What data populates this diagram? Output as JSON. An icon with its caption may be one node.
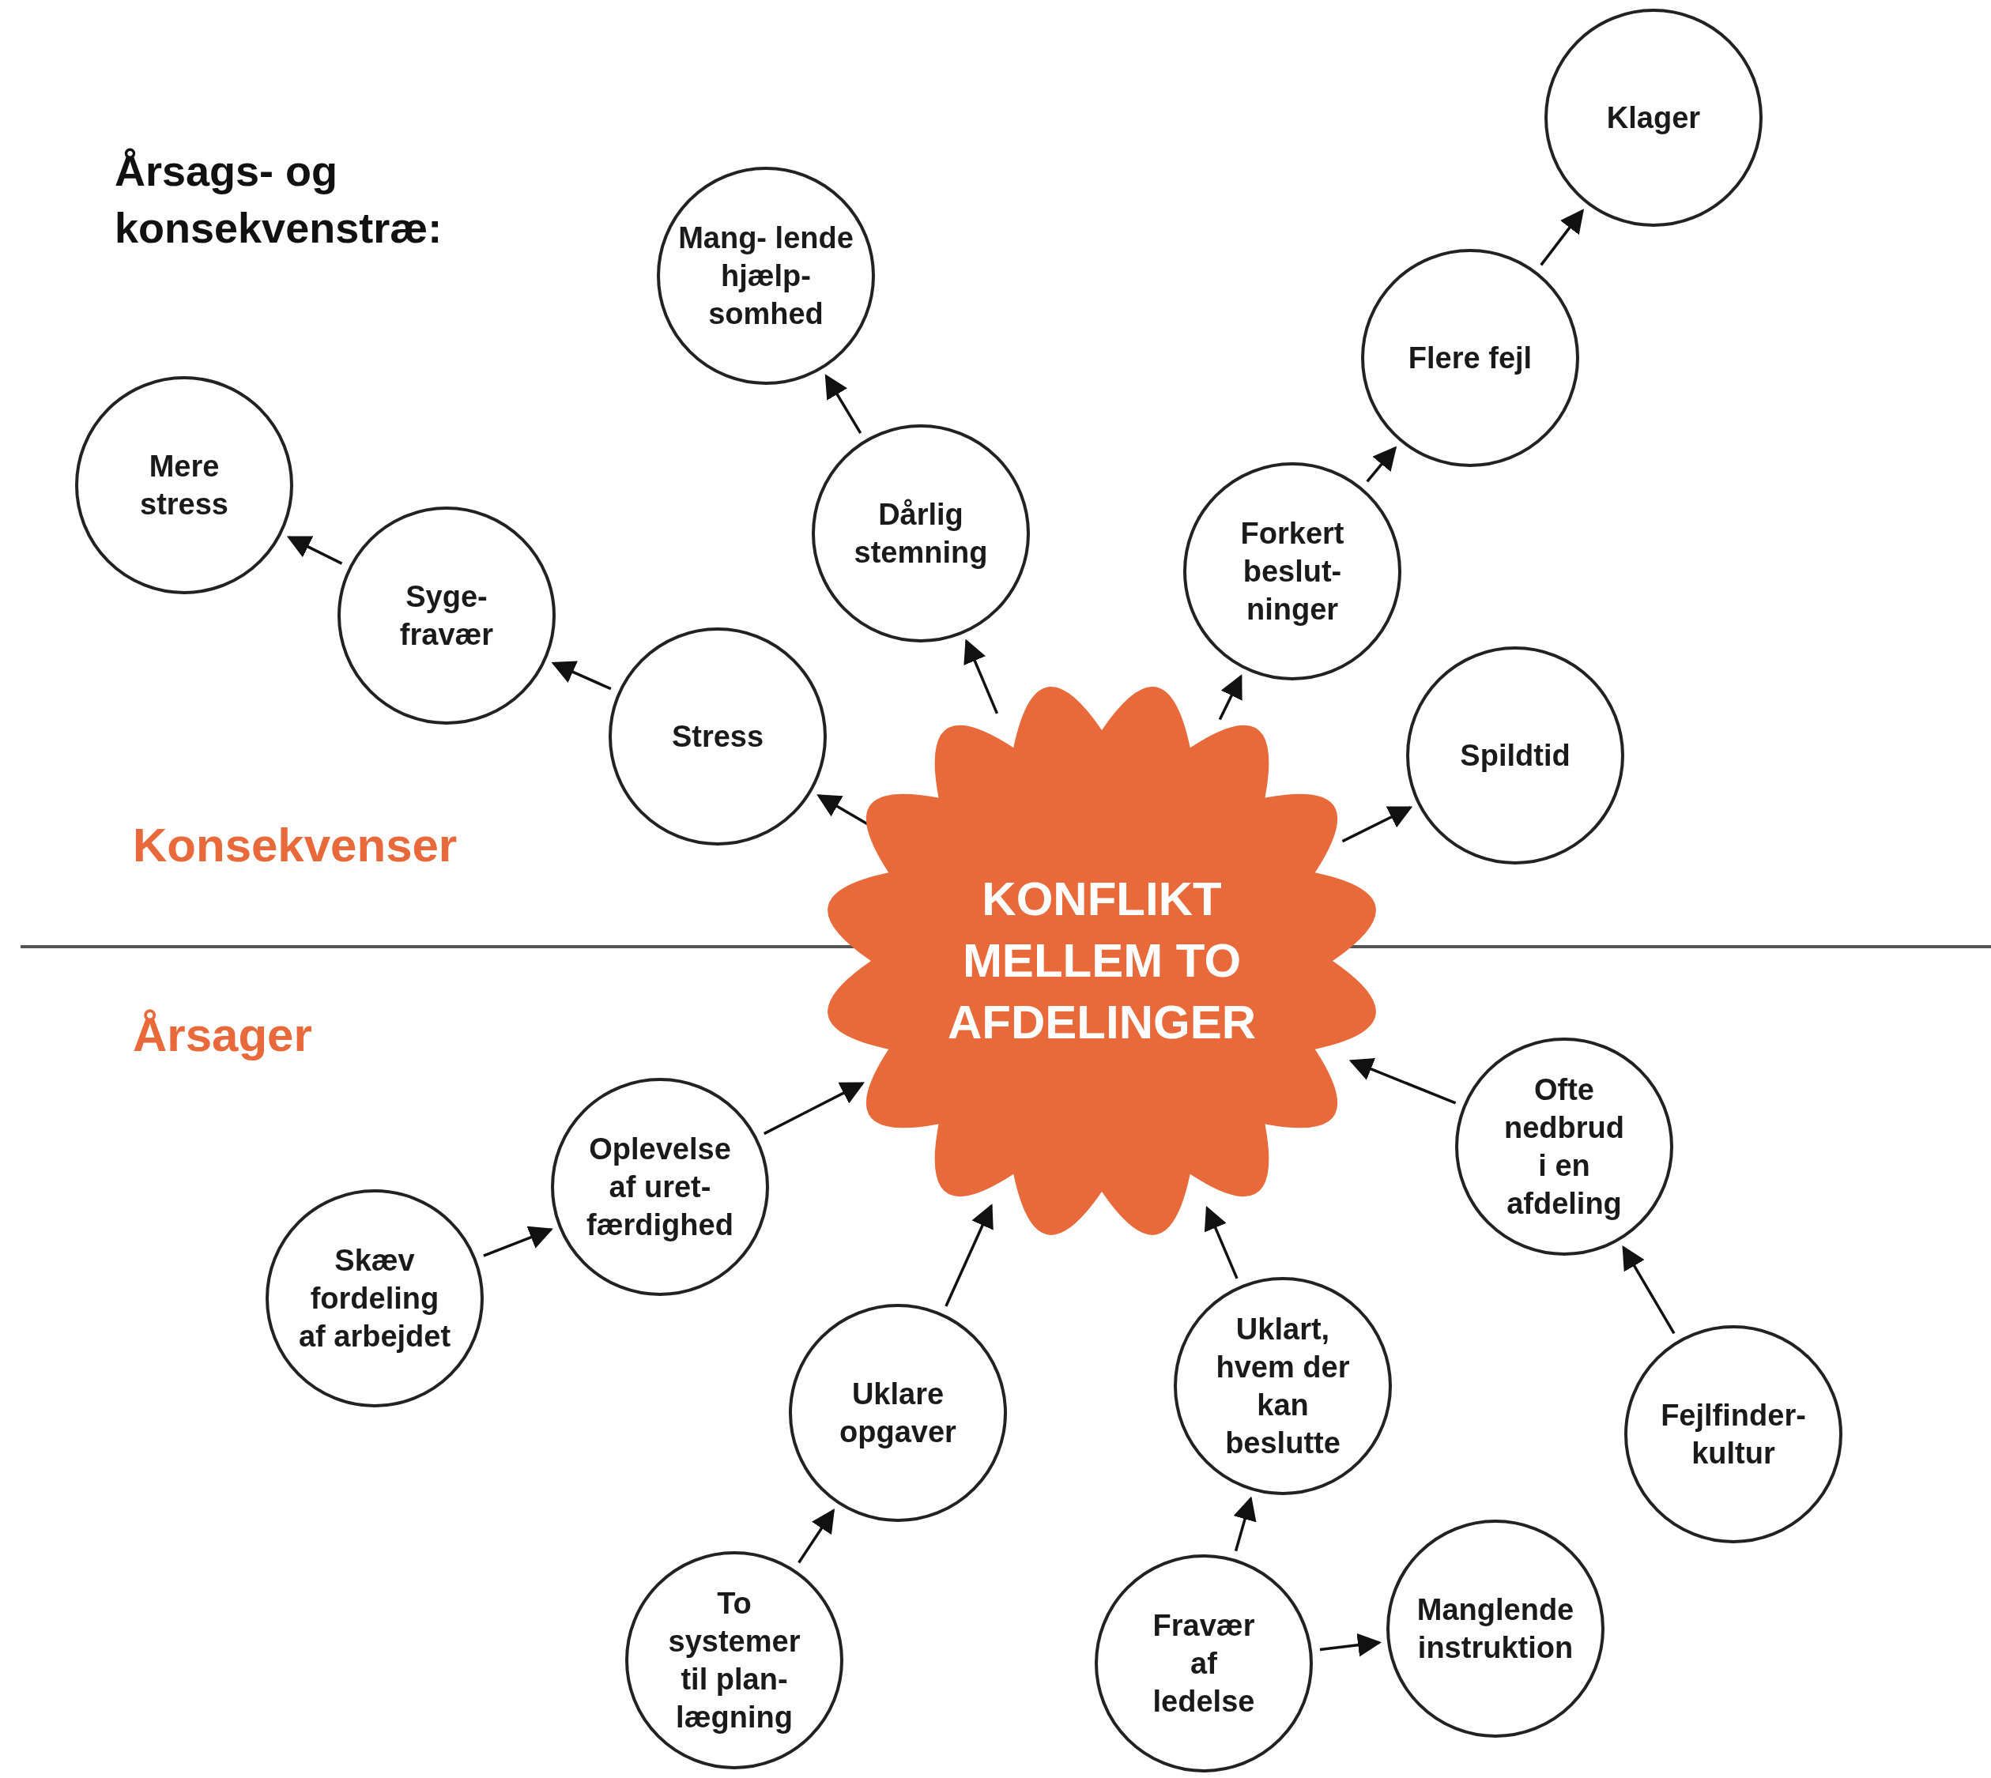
{
  "diagram": {
    "title": "Årsags- og konsekvenstræ:",
    "nodes": [
      {
        "text": [
          "KONFLIKT MELLEM TO AFDELINGER"
        ]
      },
      {
        "text": [
          "Stress"
        ]
      },
      {
        "text": [
          "Syge- fravær"
        ]
      },
      {
        "text": [
          "Mere stress"
        ]
      },
      {
        "text": [
          "Dårlig stemning"
        ]
      },
      {
        "text": [
          "Mang- lende hjælp- somhed"
        ]
      },
      {
        "text": [
          "Forkert beslut- ninger"
        ]
      },
      {
        "text": [
          "Flere fejl"
        ]
      },
      {
        "text": [
          "Klager"
        ]
      },
      {
        "text": [
          "Spildtid"
        ]
      },
      {
        "text": [
          "Oplevelse af uret- færdighed"
        ]
      },
      {
        "text": [
          "Skæv fordeling af arbejdet"
        ]
      },
      {
        "text": [
          "Uklare opgaver"
        ]
      },
      {
        "text": [
          "To systemer til plan- lægning"
        ]
      },
      {
        "text": [
          "Uklart, hvem der kan beslutte"
        ]
      },
      {
        "text": [
          "Fravær af ledelse"
        ]
      },
      {
        "text": [
          "Manglende instruktion"
        ]
      },
      {
        "text": [
          "Ofte nedbrud i en afdeling"
        ]
      },
      {
        "text": [
          "Fejlfinder- kultur"
        ]
      }
    ],
    "edges": [
      {
        "from": 0,
        "to": 1,
        "arrow": "to"
      },
      {
        "from": 1,
        "to": 2,
        "arrow": "to"
      },
      {
        "from": 2,
        "to": 3,
        "arrow": "to"
      },
      {
        "from": 0,
        "to": 4,
        "arrow": "to"
      },
      {
        "from": 4,
        "to": 5,
        "arrow": "to"
      },
      {
        "from": 0,
        "to": 6,
        "arrow": "to"
      },
      {
        "from": 6,
        "to": 7,
        "arrow": "to"
      },
      {
        "from": 7,
        "to": 8,
        "arrow": "to"
      },
      {
        "from": 0,
        "to": 9,
        "arrow": "to"
      },
      {
        "from": 10,
        "to": 0,
        "arrow": "to"
      },
      {
        "from": 11,
        "to": 10,
        "arrow": "to"
      },
      {
        "from": 12,
        "to": 0,
        "arrow": "to"
      },
      {
        "from": 13,
        "to": 12,
        "arrow": "to"
      },
      {
        "from": 14,
        "to": 0,
        "arrow": "to"
      },
      {
        "from": 15,
        "to": 14,
        "arrow": "to"
      },
      {
        "from": 15,
        "to": 16,
        "arrow": "to"
      },
      {
        "from": 17,
        "to": 0,
        "arrow": "to"
      },
      {
        "from": 18,
        "to": 17,
        "arrow": "to"
      }
    ],
    "labels": [
      "Konsekvenser",
      "Årsager"
    ]
  }
}
